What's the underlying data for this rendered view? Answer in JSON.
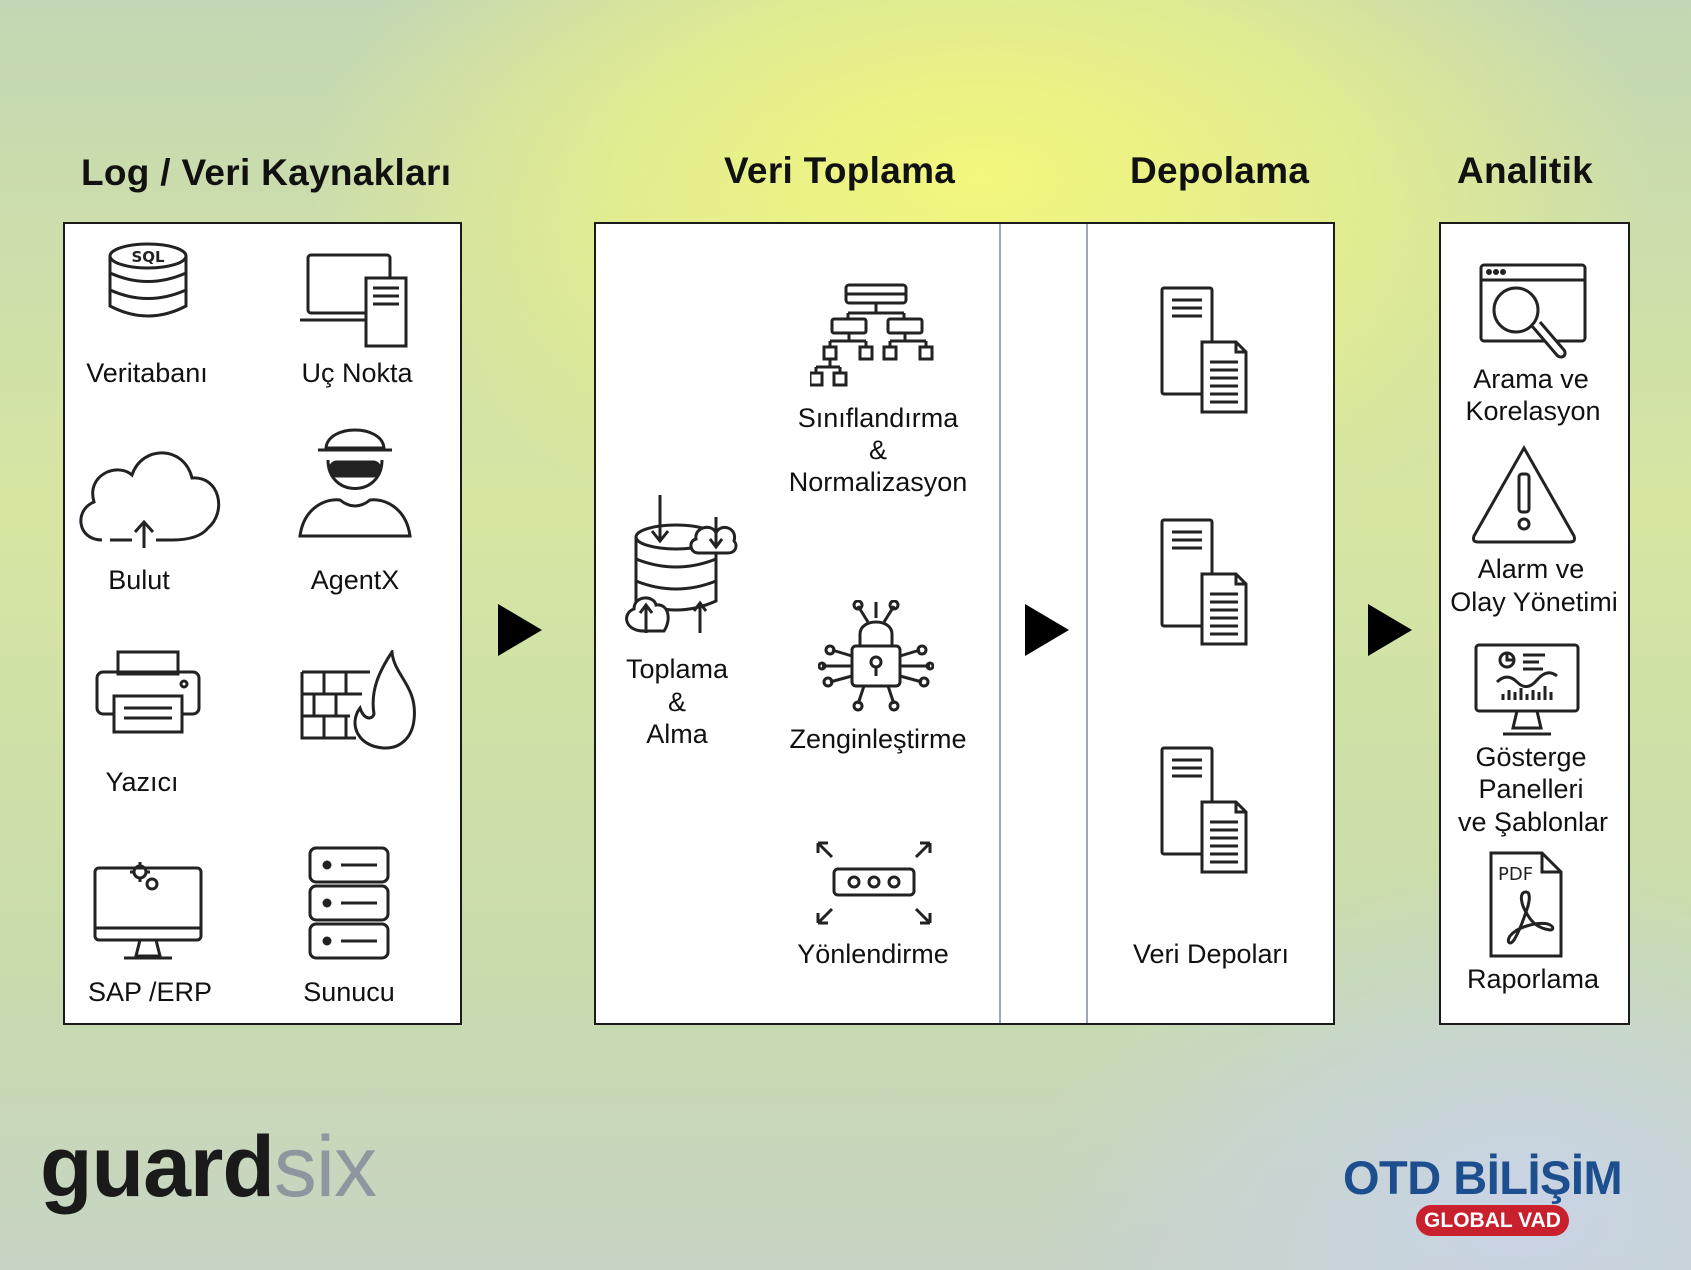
{
  "titles": {
    "sources": "Log / Veri Kaynakları",
    "collection": "Veri Toplama",
    "storage": "Depolama",
    "analytics": "Analitik"
  },
  "sources": [
    {
      "label": "Veritabanı",
      "icon": "database-sql-icon"
    },
    {
      "label": "Uç Nokta",
      "icon": "laptop-server-icon"
    },
    {
      "label": "Bulut",
      "icon": "cloud-upload-icon"
    },
    {
      "label": "AgentX",
      "icon": "masked-agent-icon"
    },
    {
      "label": "Yazıcı",
      "icon": "printer-icon"
    },
    {
      "label": "",
      "icon": "firewall-icon"
    },
    {
      "label": "SAP /ERP",
      "icon": "monitor-gears-icon"
    },
    {
      "label": "Sunucu",
      "icon": "server-rack-icon"
    }
  ],
  "collection": {
    "ingest": {
      "line1": "Toplama",
      "line2": "&",
      "line3": "Alma",
      "icon": "database-cloud-sync-icon"
    },
    "classify": {
      "line1": "Sınıflandırma",
      "line2": "&",
      "line3": "Normalizasyon",
      "icon": "hierarchy-icon"
    },
    "enrich": {
      "label": "Zenginleştirme",
      "icon": "lock-network-icon"
    },
    "route": {
      "label": "Yönlendirme",
      "icon": "routing-arrows-icon"
    }
  },
  "storage": {
    "label": "Veri Depoları",
    "icon": "server-document-icon"
  },
  "analytics": [
    {
      "line1": "Arama ve",
      "line2": "Korelasyon",
      "icon": "search-window-icon"
    },
    {
      "line1": "Alarm ve",
      "line2": "Olay Yönetimi",
      "icon": "warning-triangle-icon"
    },
    {
      "line1": "Gösterge",
      "line2": "Panelleri",
      "line3": "ve Şablonlar",
      "icon": "dashboard-monitor-icon"
    },
    {
      "line1": "Raporlama",
      "icon": "pdf-document-icon"
    }
  ],
  "branding": {
    "left_logo_dark": "guard",
    "left_logo_light": "six",
    "right_logo": "OTD BİLİŞİM",
    "right_badge": "GLOBAL VAD"
  },
  "colors": {
    "otd_blue": "#1d4f8f",
    "badge_red": "#c8202c",
    "guard_dark": "#1a1a1a",
    "six_gray": "#8e96a0"
  }
}
